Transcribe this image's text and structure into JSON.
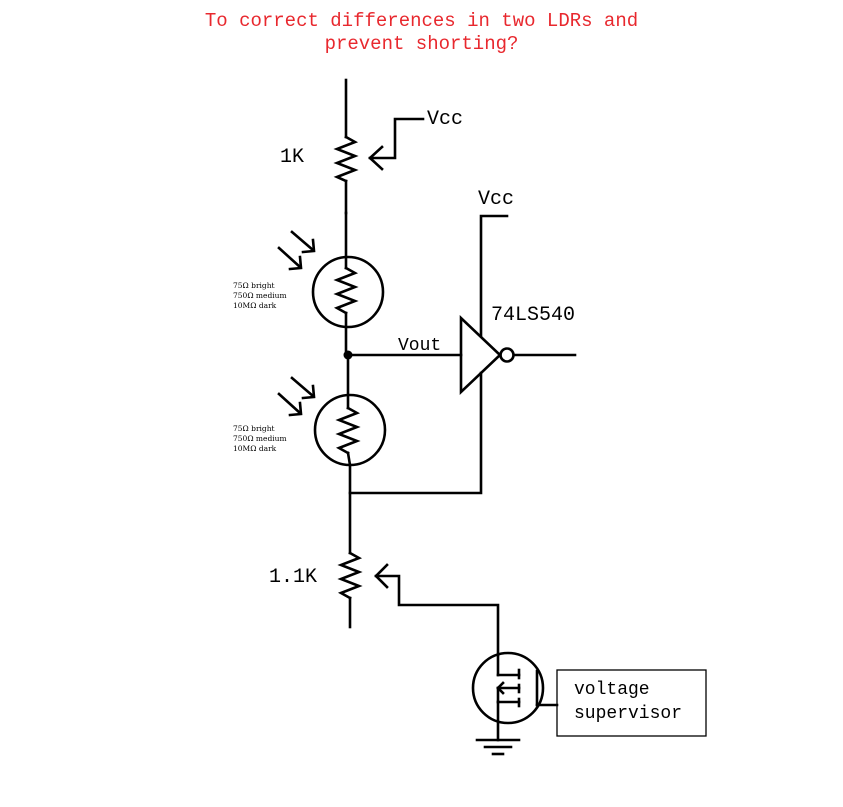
{
  "title": {
    "line1": "To correct differences in two LDRs and",
    "line2": "prevent shorting?"
  },
  "components": {
    "pot_top": {
      "label": "1K",
      "supply": "Vcc"
    },
    "ldr_top": {
      "notes": [
        "75Ω bright",
        "750Ω medium",
        "10MΩ dark"
      ]
    },
    "node": {
      "label": "Vout"
    },
    "ldr_bottom": {
      "notes": [
        "75Ω bright",
        "750Ω medium",
        "10MΩ dark"
      ]
    },
    "buffer": {
      "label": "74LS540",
      "supply": "Vcc"
    },
    "pot_bottom": {
      "label": "1.1K"
    },
    "supervisor": {
      "line1": "voltage",
      "line2": "supervisor"
    }
  },
  "colors": {
    "title": "#e8282e",
    "wire": "#000000",
    "background": "#ffffff"
  }
}
